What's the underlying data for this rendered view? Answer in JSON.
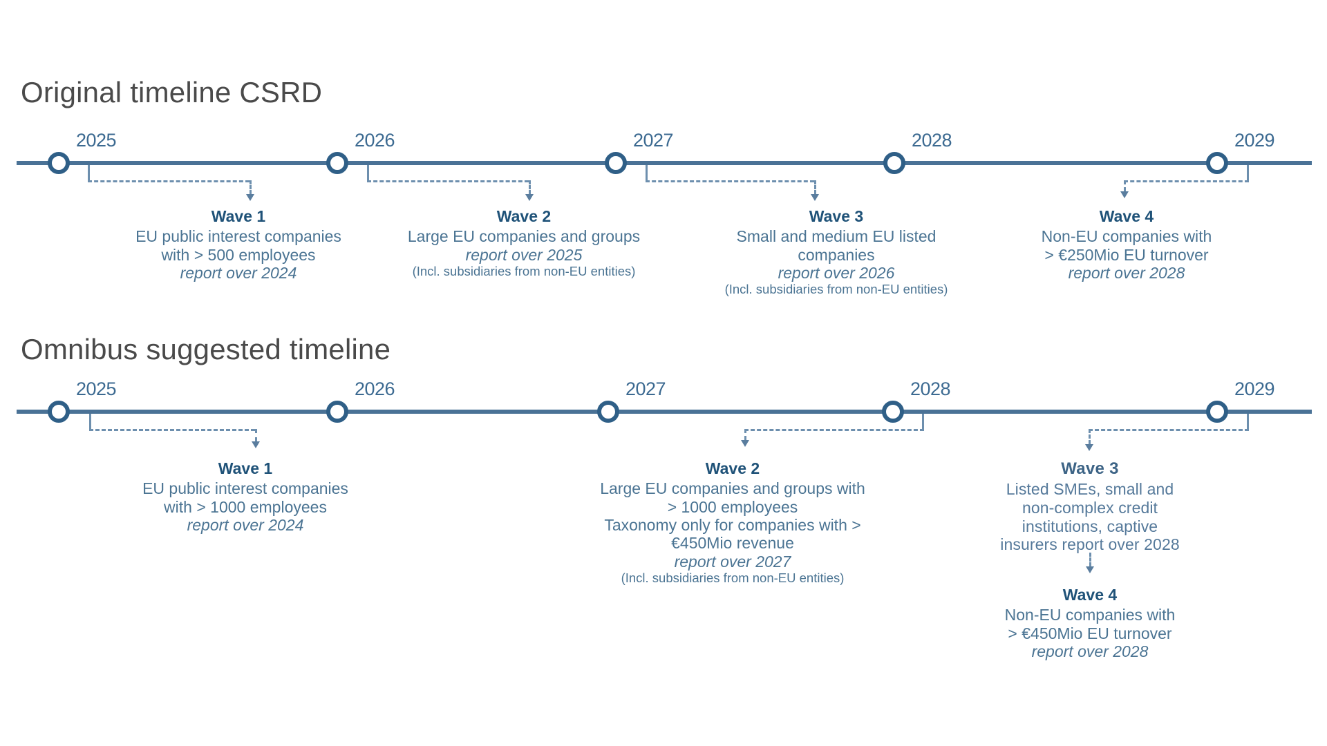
{
  "sections": [
    {
      "id": "original",
      "title": "Original timeline CSRD",
      "years": [
        "2025",
        "2026",
        "2027",
        "2028",
        "2029"
      ],
      "waves": [
        {
          "title": "Wave 1",
          "lines": [
            {
              "text": "EU public interest companies",
              "style": "normal"
            },
            {
              "text": "with > 500 employees",
              "style": "normal"
            },
            {
              "text": "report over 2024",
              "style": "italic"
            }
          ]
        },
        {
          "title": "Wave 2",
          "lines": [
            {
              "text": "Large EU companies and groups",
              "style": "normal"
            },
            {
              "text": "report over 2025",
              "style": "italic"
            },
            {
              "text": "(Incl. subsidiaries from non-EU entities)",
              "style": "small"
            }
          ]
        },
        {
          "title": "Wave 3",
          "lines": [
            {
              "text": "Small and medium EU listed",
              "style": "normal"
            },
            {
              "text": "companies",
              "style": "normal"
            },
            {
              "text": "report over 2026",
              "style": "italic"
            },
            {
              "text": "(Incl. subsidiaries from non-EU entities)",
              "style": "small"
            }
          ]
        },
        {
          "title": "Wave 4",
          "lines": [
            {
              "text": "Non-EU companies with",
              "style": "normal"
            },
            {
              "text": "> €250Mio EU turnover",
              "style": "normal"
            },
            {
              "text": "report over 2028",
              "style": "italic"
            }
          ]
        }
      ]
    },
    {
      "id": "omnibus",
      "title": "Omnibus suggested timeline",
      "years": [
        "2025",
        "2026",
        "2027",
        "2028",
        "2029"
      ],
      "waves": [
        {
          "title": "Wave 1",
          "lines": [
            {
              "text": "EU public interest companies",
              "style": "normal"
            },
            {
              "text": "with > 1000 employees",
              "style": "normal"
            },
            {
              "text": "report over 2024",
              "style": "italic"
            }
          ]
        },
        {
          "title": "Wave 2",
          "lines": [
            {
              "text": "Large EU companies and groups with",
              "style": "normal"
            },
            {
              "text": "> 1000 employees",
              "style": "normal"
            },
            {
              "text": "Taxonomy only for companies with >",
              "style": "normal"
            },
            {
              "text": "€450Mio revenue",
              "style": "normal"
            },
            {
              "text": "report over 2027",
              "style": "italic"
            },
            {
              "text": "(Incl. subsidiaries from non-EU entities)",
              "style": "small"
            }
          ]
        },
        {
          "title": "Wave 3",
          "lines": [
            {
              "text": "Listed SMEs, small and",
              "style": "normal"
            },
            {
              "text": "non-complex credit",
              "style": "normal"
            },
            {
              "text": "institutions, captive",
              "style": "normal"
            },
            {
              "text": "insurers report over 2028",
              "style": "normal"
            }
          ]
        },
        {
          "title": "Wave 4",
          "lines": [
            {
              "text": "Non-EU companies with",
              "style": "normal"
            },
            {
              "text": "> €450Mio EU turnover",
              "style": "normal"
            },
            {
              "text": "report over 2028",
              "style": "italic"
            }
          ]
        }
      ]
    }
  ],
  "colors": {
    "axis": "#4a7296",
    "node_ring": "#2f5f87",
    "connector": "#6d8fae",
    "heading": "#4a4a4a",
    "wave_title": "#1f5278",
    "wave_body": "#4b7493"
  }
}
